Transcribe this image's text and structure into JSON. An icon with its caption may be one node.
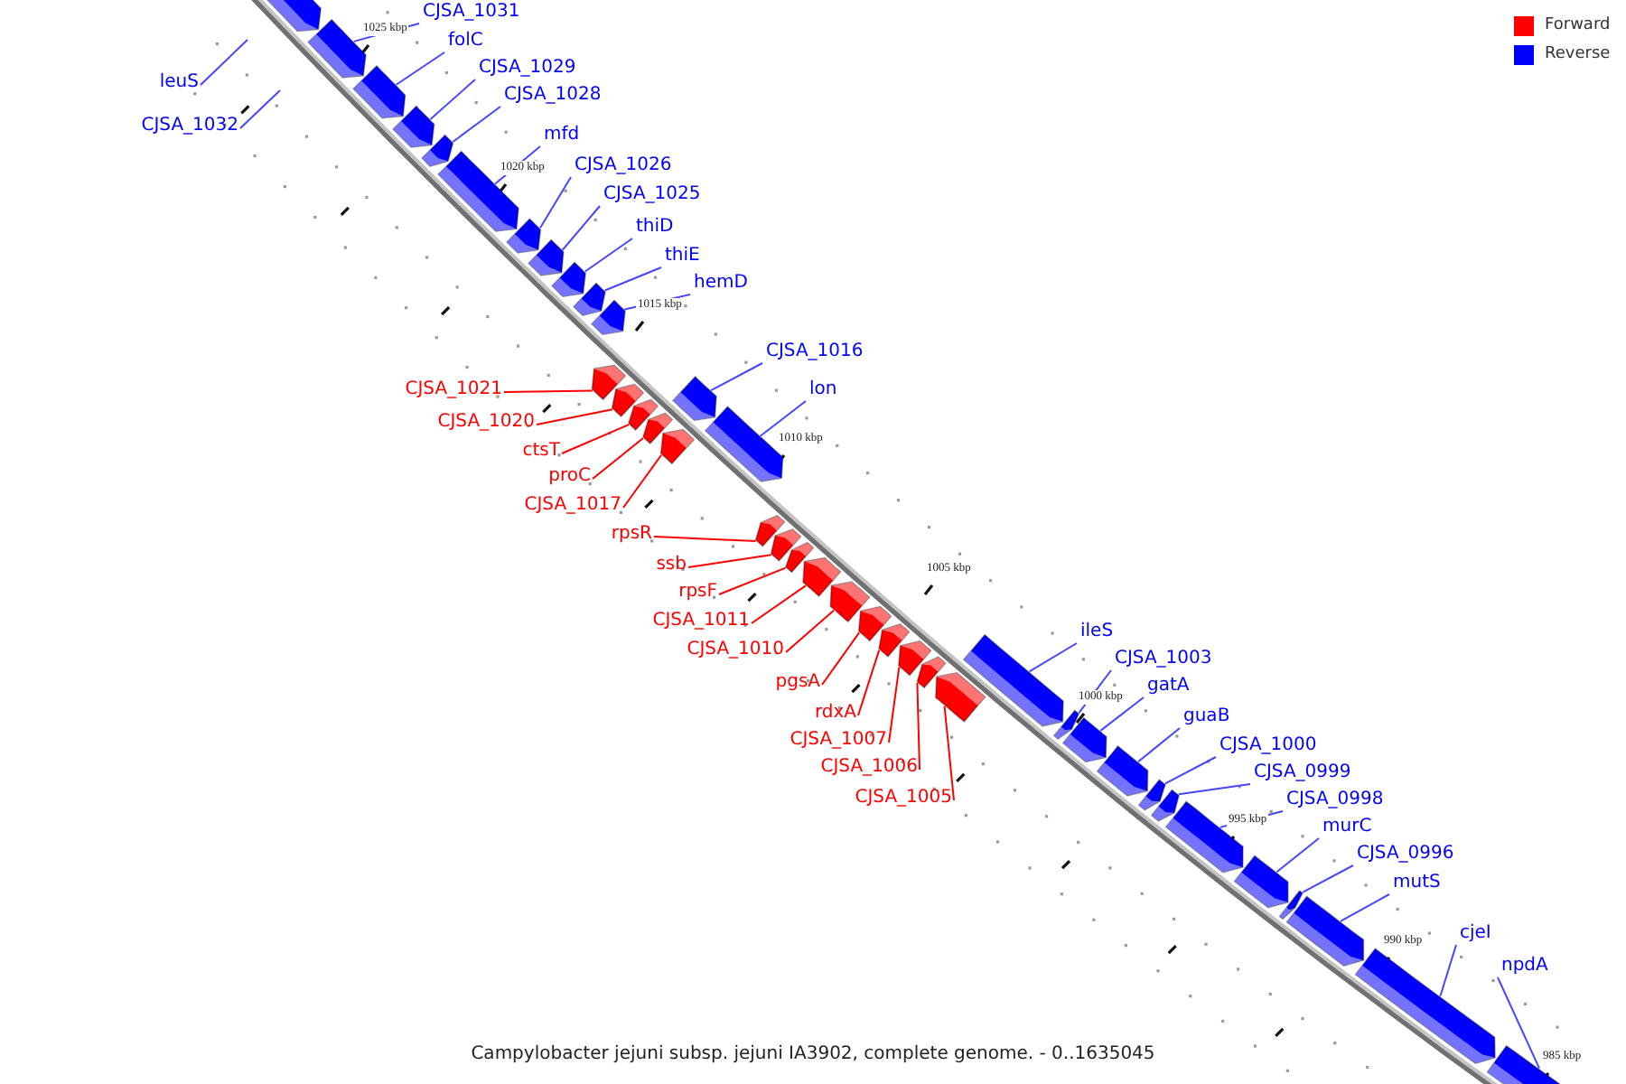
{
  "diagram": {
    "caption": "Campylobacter jejuni subsp. jejuni IA3902, complete genome. - 0..1635045",
    "nodes": [
      {
        "text": [
          "leuS"
        ]
      },
      {
        "text": [
          "CJSA_1032"
        ]
      },
      {
        "text": [],
        "shape": "bar"
      },
      {
        "text": [
          "CJSA_1031"
        ]
      },
      {
        "text": [],
        "shape": "bar"
      },
      {
        "text": [
          "folC"
        ]
      },
      {
        "text": [],
        "shape": "bar"
      },
      {
        "text": [
          "CJSA_1029"
        ]
      },
      {
        "text": [],
        "shape": "bar"
      },
      {
        "text": [
          "CJSA_1028"
        ]
      },
      {
        "text": [],
        "shape": "bar"
      },
      {
        "text": [
          "mfd"
        ]
      },
      {
        "text": [],
        "shape": "bar"
      },
      {
        "text": [
          "CJSA_1026"
        ]
      },
      {
        "text": [],
        "shape": "bar"
      },
      {
        "text": [
          "CJSA_1025"
        ]
      },
      {
        "text": [],
        "shape": "bar"
      },
      {
        "text": [
          "thiD"
        ]
      },
      {
        "text": [],
        "shape": "bar"
      },
      {
        "text": [
          "thiE"
        ]
      },
      {
        "text": [],
        "shape": "bar"
      },
      {
        "text": [
          "hemD"
        ]
      },
      {
        "text": [],
        "shape": "bar"
      },
      {
        "text": [
          "CJSA_1021"
        ]
      },
      {
        "text": [],
        "shape": "bar"
      },
      {
        "text": [
          "CJSA_1020"
        ]
      },
      {
        "text": [],
        "shape": "bar"
      },
      {
        "text": [
          "ctsT"
        ]
      },
      {
        "text": [],
        "shape": "bar"
      },
      {
        "text": [
          "proC"
        ]
      },
      {
        "text": [],
        "shape": "bar"
      },
      {
        "text": [
          "CJSA_1017"
        ]
      },
      {
        "text": [],
        "shape": "bar"
      },
      {
        "text": [
          "CJSA_1016"
        ]
      },
      {
        "text": [],
        "shape": "bar"
      },
      {
        "text": [
          "lon"
        ]
      },
      {
        "text": [],
        "shape": "bar"
      },
      {
        "text": [
          "rpsR"
        ]
      },
      {
        "text": [],
        "shape": "bar"
      },
      {
        "text": [
          "ssb"
        ]
      },
      {
        "text": [],
        "shape": "bar"
      },
      {
        "text": [
          "rpsF"
        ]
      },
      {
        "text": [],
        "shape": "bar"
      },
      {
        "text": [
          "CJSA_1011"
        ]
      },
      {
        "text": [],
        "shape": "bar"
      },
      {
        "text": [
          "CJSA_1010"
        ]
      },
      {
        "text": [],
        "shape": "bar"
      },
      {
        "text": [
          "pgsA"
        ]
      },
      {
        "text": [],
        "shape": "bar"
      },
      {
        "text": [
          "rdxA"
        ]
      },
      {
        "text": [],
        "shape": "bar"
      },
      {
        "text": [
          "CJSA_1007"
        ]
      },
      {
        "text": [],
        "shape": "bar"
      },
      {
        "text": [
          "CJSA_1006"
        ]
      },
      {
        "text": [],
        "shape": "bar"
      },
      {
        "text": [
          "CJSA_1005"
        ]
      },
      {
        "text": [],
        "shape": "bar"
      },
      {
        "text": [
          "ileS"
        ]
      },
      {
        "text": [],
        "shape": "bar"
      },
      {
        "text": [
          "CJSA_1003"
        ]
      },
      {
        "text": [],
        "shape": "bar"
      },
      {
        "text": [
          "gatA"
        ]
      },
      {
        "text": [],
        "shape": "bar"
      },
      {
        "text": [
          "guaB"
        ]
      },
      {
        "text": [],
        "shape": "bar"
      },
      {
        "text": [
          "CJSA_1000"
        ]
      },
      {
        "text": [],
        "shape": "bar"
      },
      {
        "text": [
          "CJSA_0999"
        ]
      },
      {
        "text": [],
        "shape": "bar"
      },
      {
        "text": [
          "CJSA_0998"
        ]
      },
      {
        "text": [],
        "shape": "bar"
      },
      {
        "text": [
          "murC"
        ]
      },
      {
        "text": [],
        "shape": "bar"
      },
      {
        "text": [
          "CJSA_0996"
        ]
      },
      {
        "text": [],
        "shape": "bar"
      },
      {
        "text": [
          "mutS"
        ]
      },
      {
        "text": [],
        "shape": "bar"
      },
      {
        "text": [
          "cjeI"
        ]
      },
      {
        "text": [],
        "shape": "bar"
      },
      {
        "text": [
          "npdA"
        ]
      },
      {
        "text": [],
        "shape": "bar"
      }
    ],
    "edges": [
      {
        "from": 0,
        "to": null,
        "arrow": "none"
      },
      {
        "from": 1,
        "to": null,
        "arrow": "none"
      },
      {
        "from": 3,
        "to": 4,
        "arrow": "none"
      },
      {
        "from": 5,
        "to": 6,
        "arrow": "none"
      },
      {
        "from": 7,
        "to": 8,
        "arrow": "none"
      },
      {
        "from": 9,
        "to": 10,
        "arrow": "none"
      },
      {
        "from": 11,
        "to": 12,
        "arrow": "none"
      },
      {
        "from": 13,
        "to": 14,
        "arrow": "none"
      },
      {
        "from": 15,
        "to": 16,
        "arrow": "none"
      },
      {
        "from": 17,
        "to": 18,
        "arrow": "none"
      },
      {
        "from": 19,
        "to": 20,
        "arrow": "none"
      },
      {
        "from": 21,
        "to": 22,
        "arrow": "none"
      },
      {
        "from": 23,
        "to": 24,
        "arrow": "none",
        "color": "#ff0000"
      },
      {
        "from": 25,
        "to": 26,
        "arrow": "none",
        "color": "#ff0000"
      },
      {
        "from": 27,
        "to": 28,
        "arrow": "none",
        "color": "#ff0000"
      },
      {
        "from": 29,
        "to": 30,
        "arrow": "none",
        "color": "#ff0000"
      },
      {
        "from": 31,
        "to": 32,
        "arrow": "none",
        "color": "#ff0000"
      },
      {
        "from": 33,
        "to": 34,
        "arrow": "none"
      },
      {
        "from": 35,
        "to": 36,
        "arrow": "none"
      },
      {
        "from": 37,
        "to": 38,
        "arrow": "none",
        "color": "#ff0000"
      },
      {
        "from": 39,
        "to": 40,
        "arrow": "none",
        "color": "#ff0000"
      },
      {
        "from": 41,
        "to": 42,
        "arrow": "none",
        "color": "#ff0000"
      },
      {
        "from": 43,
        "to": 44,
        "arrow": "none",
        "color": "#ff0000"
      },
      {
        "from": 45,
        "to": 46,
        "arrow": "none",
        "color": "#ff0000"
      },
      {
        "from": 47,
        "to": 48,
        "arrow": "none",
        "color": "#ff0000"
      },
      {
        "from": 49,
        "to": 50,
        "arrow": "none",
        "color": "#ff0000"
      },
      {
        "from": 51,
        "to": 52,
        "arrow": "none",
        "color": "#ff0000"
      },
      {
        "from": 53,
        "to": 54,
        "arrow": "none",
        "color": "#ff0000"
      },
      {
        "from": 55,
        "to": 56,
        "arrow": "none",
        "color": "#ff0000"
      },
      {
        "from": 57,
        "to": 58,
        "arrow": "none"
      },
      {
        "from": 59,
        "to": 60,
        "arrow": "none"
      },
      {
        "from": 61,
        "to": 62,
        "arrow": "none"
      },
      {
        "from": 63,
        "to": 64,
        "arrow": "none"
      },
      {
        "from": 65,
        "to": 66,
        "arrow": "none"
      },
      {
        "from": 67,
        "to": 68,
        "arrow": "none"
      },
      {
        "from": 69,
        "to": 70,
        "arrow": "none"
      },
      {
        "from": 71,
        "to": 72,
        "arrow": "none"
      },
      {
        "from": 73,
        "to": 74,
        "arrow": "none"
      },
      {
        "from": 75,
        "to": 76,
        "arrow": "none"
      },
      {
        "from": 77,
        "to": 78,
        "arrow": "none"
      },
      {
        "from": 79,
        "to": 80,
        "arrow": "none"
      }
    ],
    "labels": [
      "1025 kbp",
      "1020 kbp",
      "1015 kbp",
      "1010 kbp",
      "1005 kbp",
      "1000 kbp",
      "995 kbp",
      "990 kbp",
      "985 kbp"
    ],
    "legend": [
      {
        "text": "Forward",
        "color": "#ff0000"
      },
      {
        "text": "Reverse",
        "color": "#0000ff"
      }
    ]
  }
}
